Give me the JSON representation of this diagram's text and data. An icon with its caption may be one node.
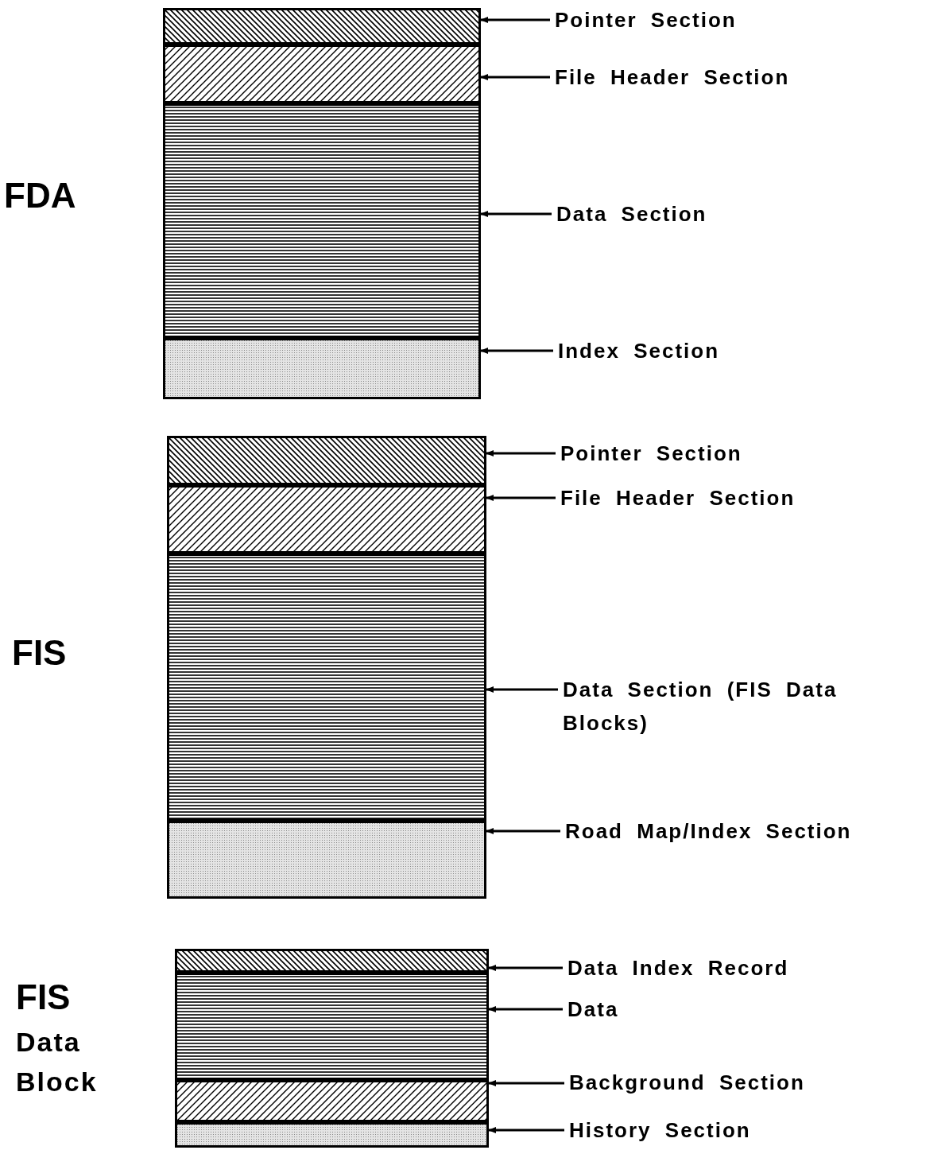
{
  "diagram": {
    "nodes": [
      {
        "text": [
          "FDA"
        ]
      },
      {
        "text": [],
        "shape": "box",
        "in": 0
      },
      {
        "text": [],
        "shape": "box",
        "in": 0
      },
      {
        "text": [],
        "shape": "box",
        "in": 0
      },
      {
        "text": [],
        "shape": "box",
        "in": 0
      },
      {
        "text": [
          "Pointer Section"
        ]
      },
      {
        "text": [
          "File Header Section"
        ]
      },
      {
        "text": [
          "Data Section"
        ]
      },
      {
        "text": [
          "Index Section"
        ]
      },
      {
        "text": [
          "FIS"
        ]
      },
      {
        "text": [],
        "shape": "box",
        "in": 9
      },
      {
        "text": [],
        "shape": "box",
        "in": 9
      },
      {
        "text": [],
        "shape": "box",
        "in": 9
      },
      {
        "text": [],
        "shape": "box",
        "in": 9
      },
      {
        "text": [
          "Pointer Section"
        ]
      },
      {
        "text": [
          "File Header Section"
        ]
      },
      {
        "text": [
          "Data Section (FIS Data Blocks)"
        ]
      },
      {
        "text": [
          "Road Map/Index Section"
        ]
      },
      {
        "text": [
          "FIS",
          "Data Block"
        ]
      },
      {
        "text": [],
        "shape": "box",
        "in": 18
      },
      {
        "text": [],
        "shape": "box",
        "in": 18
      },
      {
        "text": [],
        "shape": "box",
        "in": 18
      },
      {
        "text": [],
        "shape": "box",
        "in": 18
      },
      {
        "text": [
          "Data Index Record"
        ]
      },
      {
        "text": [
          "Data"
        ]
      },
      {
        "text": [
          "Background Section"
        ]
      },
      {
        "text": [
          "History Section"
        ]
      }
    ],
    "edges": [
      {
        "from": 5,
        "to": 1,
        "arrow": "to"
      },
      {
        "from": 6,
        "to": 2,
        "arrow": "to"
      },
      {
        "from": 7,
        "to": 3,
        "arrow": "to"
      },
      {
        "from": 8,
        "to": 4,
        "arrow": "to"
      },
      {
        "from": 14,
        "to": 10,
        "arrow": "to"
      },
      {
        "from": 15,
        "to": 11,
        "arrow": "to"
      },
      {
        "from": 16,
        "to": 12,
        "arrow": "to"
      },
      {
        "from": 17,
        "to": 13,
        "arrow": "to"
      },
      {
        "from": 23,
        "to": 19,
        "arrow": "to"
      },
      {
        "from": 24,
        "to": 20,
        "arrow": "to"
      },
      {
        "from": 25,
        "to": 21,
        "arrow": "to"
      },
      {
        "from": 26,
        "to": 22,
        "arrow": "to"
      }
    ]
  }
}
